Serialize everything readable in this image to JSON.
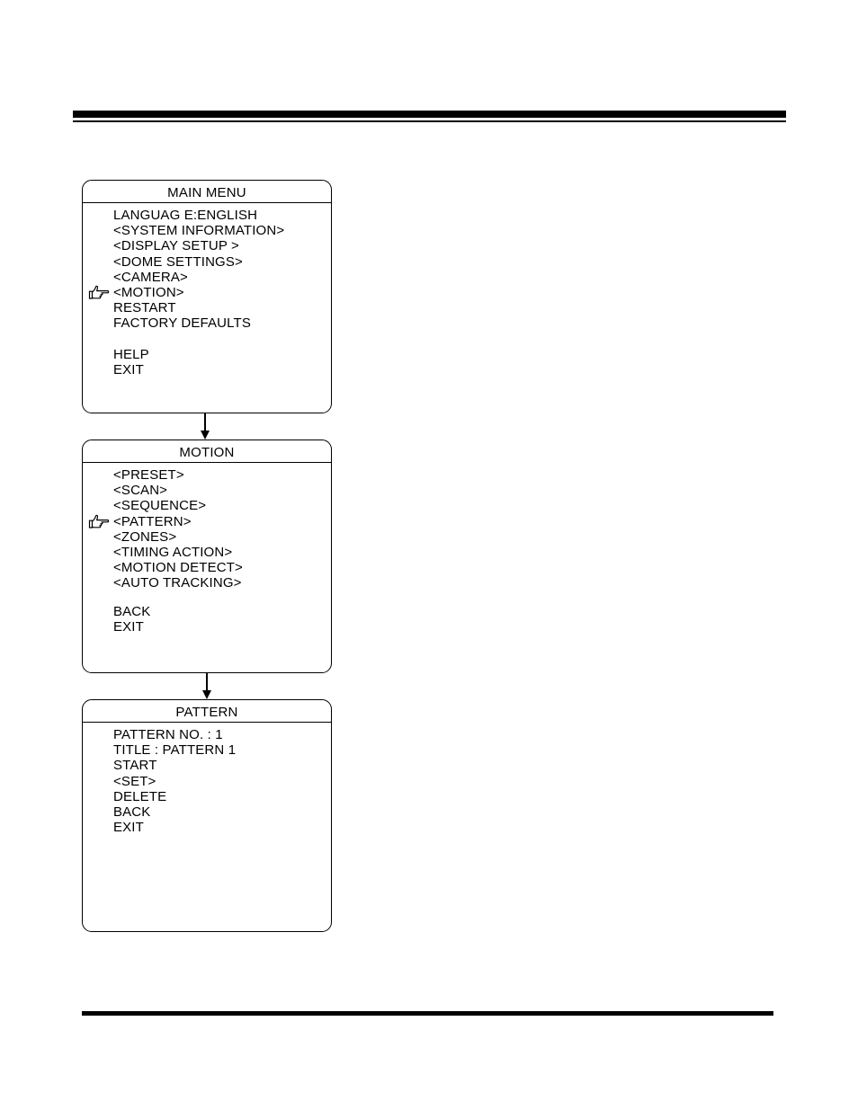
{
  "main_menu": {
    "title": "MAIN MENU",
    "items": [
      {
        "label": "LANGUAG E:ENGLISH",
        "selected": false
      },
      {
        "label": "<SYSTEM INFORMATION>",
        "selected": false
      },
      {
        "label": "<DISPLAY SETUP >",
        "selected": false
      },
      {
        "label": "<DOME SETTINGS>",
        "selected": false
      },
      {
        "label": "<CAMERA>",
        "selected": false
      },
      {
        "label": "<MOTION>",
        "selected": true
      },
      {
        "label": "RESTART",
        "selected": false
      },
      {
        "label": "FACTORY DEFAULTS",
        "selected": false
      },
      {
        "label": "",
        "spacer": true
      },
      {
        "label": "HELP",
        "selected": false
      },
      {
        "label": "EXIT",
        "selected": false
      }
    ]
  },
  "motion_menu": {
    "title": "MOTION",
    "items": [
      {
        "label": "<PRESET>",
        "selected": false
      },
      {
        "label": "<SCAN>",
        "selected": false
      },
      {
        "label": "<SEQUENCE>",
        "selected": false
      },
      {
        "label": "<PATTERN>",
        "selected": true
      },
      {
        "label": "<ZONES>",
        "selected": false
      },
      {
        "label": "<TIMING ACTION>",
        "selected": false
      },
      {
        "label": "<MOTION DETECT>",
        "selected": false
      },
      {
        "label": "<AUTO TRACKING>",
        "selected": false
      },
      {
        "label": "",
        "spacer": true,
        "half": true
      },
      {
        "label": "BACK",
        "selected": false
      },
      {
        "label": "EXIT",
        "selected": false
      }
    ]
  },
  "pattern_menu": {
    "title": "PATTERN",
    "items": [
      {
        "label": "PATTERN NO. : 1",
        "selected": false
      },
      {
        "label": "TITLE : PATTERN 1",
        "selected": false
      },
      {
        "label": "START",
        "selected": false
      },
      {
        "label": "<SET>",
        "selected": false
      },
      {
        "label": "DELETE",
        "selected": false
      },
      {
        "label": "BACK",
        "selected": false
      },
      {
        "label": "EXIT",
        "selected": false
      }
    ]
  },
  "icons": {
    "pointer": "pointing-hand-icon",
    "flow_arrow": "arrow-down-icon"
  },
  "colors": {
    "ink": "#000000",
    "paper": "#ffffff"
  }
}
